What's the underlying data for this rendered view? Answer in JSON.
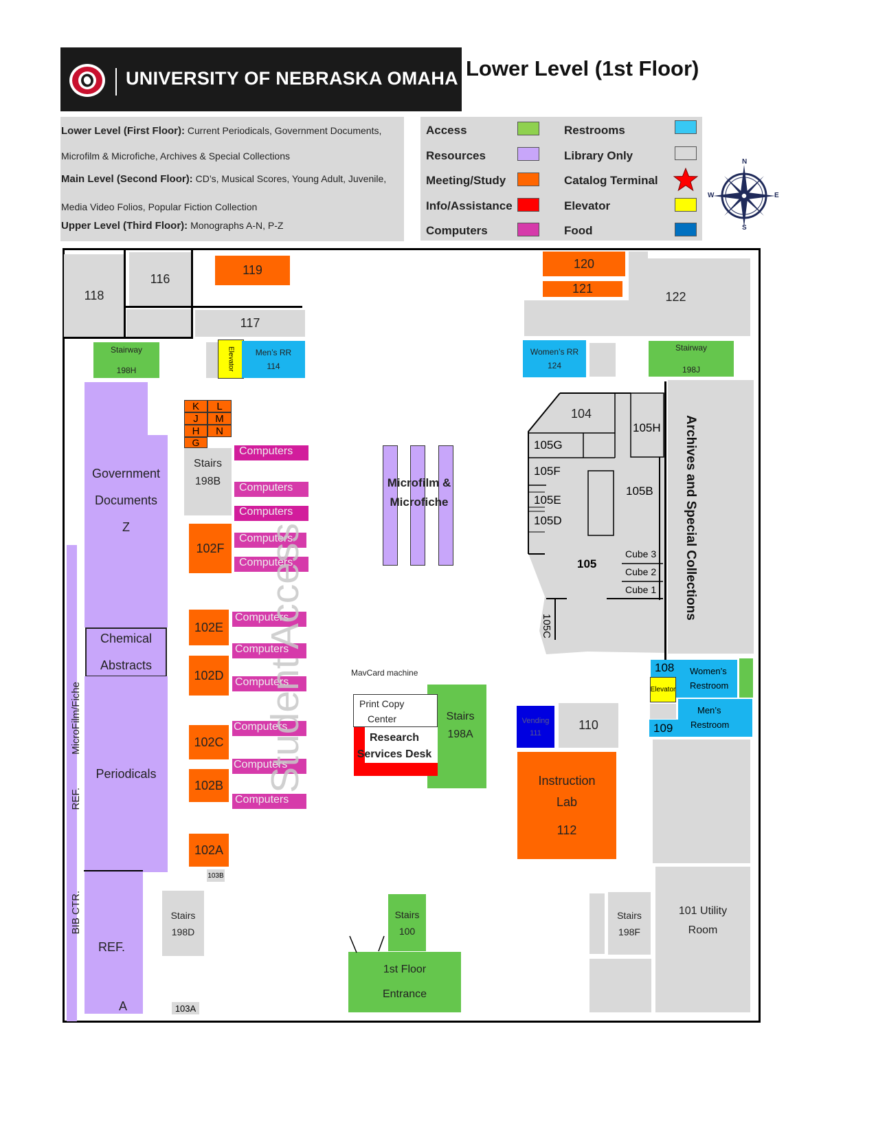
{
  "header": {
    "university": "UNIVERSITY OF NEBRASKA OMAHA",
    "title": "Lower Level (1st Floor)"
  },
  "floors": [
    {
      "name": "Lower Level (First Floor):",
      "desc": "Current Periodicals, Government Documents,",
      "desc2": "Microfilm & Microfiche, Archives & Special Collections"
    },
    {
      "name": "Main Level (Second Floor):",
      "desc": "CD’s, Musical Scores, Young Adult, Juvenile,",
      "desc2": "Media Video Folios, Popular Fiction Collection"
    },
    {
      "name": "Upper Level (Third Floor):",
      "desc": "Monographs A-N, P-Z"
    }
  ],
  "legend": [
    {
      "label": "Access",
      "color": "#8fd14f"
    },
    {
      "label": "Restrooms",
      "color": "#38c8f4"
    },
    {
      "label": "Resources",
      "color": "#c8a6fa"
    },
    {
      "label": "Library Only",
      "color": "#d9d9d9"
    },
    {
      "label": "Meeting/Study",
      "color": "#ff6600"
    },
    {
      "label": "Catalog Terminal",
      "color": "#ff0000",
      "icon": "star-icon"
    },
    {
      "label": "Info/Assistance",
      "color": "#ff0000"
    },
    {
      "label": "Elevator",
      "color": "#ffff00"
    },
    {
      "label": "Computers",
      "color": "#d63aaa"
    },
    {
      "label": "Food",
      "color": "#0070c0"
    }
  ],
  "compass": {
    "n": "N",
    "e": "E",
    "s": "S",
    "w": "W"
  },
  "rooms": {
    "r118": "118",
    "r116": "116",
    "r119": "119",
    "r117": "117",
    "r120": "120",
    "r121": "121",
    "r122": "122",
    "stair198h": "Stairway",
    "stair198h_num": "198H",
    "elev_left": "Elevator",
    "mens114": "Men’s RR",
    "mens114_num": "114",
    "womens124": "Women’s RR",
    "womens124_num": "124",
    "stair198j": "Stairway",
    "stair198j_num": "198J",
    "govdocs": "Government",
    "govdocs2": "Documents",
    "govdocs3": "Z",
    "chem": "Chemical",
    "chem2": "Abstracts",
    "periodicals": "Periodicals",
    "ref": "REF.",
    "ref_a": "A",
    "microfilm_fiche_side": "MicroFilm/Fiche",
    "ref_side": "REF.",
    "bib_side": "BIB CTR.",
    "study_k": "K",
    "study_l": "L",
    "study_j": "J",
    "study_m": "M",
    "study_h": "H",
    "study_n": "N",
    "study_g": "G",
    "stairs198b": "Stairs",
    "stairs198b_num": "198B",
    "r102f": "102F",
    "r102e": "102E",
    "r102d": "102D",
    "r102c": "102C",
    "r102b": "102B",
    "r102a": "102A",
    "r103b": "103B",
    "r103a": "103A",
    "computers": "Computers",
    "student_access": "Student Access",
    "microfilm": "Microfilm &",
    "microfilm2": "Microfiche",
    "mavcard": "MavCard machine",
    "print": "Print Copy",
    "print2": "Center",
    "research": "Research",
    "research2": "Services Desk",
    "stairs198a": "Stairs",
    "stairs198a_num": "198A",
    "stairs100": "Stairs",
    "stairs100_num": "100",
    "entrance": "1st Floor",
    "entrance2": "Entrance",
    "stairs198d": "Stairs",
    "stairs198d_num": "198D",
    "r104": "104",
    "r105g": "105G",
    "r105f": "105F",
    "r105e": "105E",
    "r105d": "105D",
    "r105h": "105H",
    "r105b": "105B",
    "r105": "105",
    "cube3": "Cube 3",
    "cube2": "Cube 2",
    "cube1": "Cube 1",
    "r105c": "105C",
    "archives": "Archives and Special Collections",
    "r108": "108",
    "womens_rest": "Women’s",
    "womens_rest2": "Restroom",
    "elev_right": "Elevator",
    "r109": "109",
    "mens_rest": "Men’s",
    "mens_rest2": "Restroom",
    "vending": "Vending",
    "vending_num": "111",
    "r110": "110",
    "instr": "Instruction",
    "instr2": "Lab",
    "instr3": "112",
    "stairs198f": "Stairs",
    "stairs198f_num": "198F",
    "utility": "101 Utility",
    "utility2": "Room"
  }
}
